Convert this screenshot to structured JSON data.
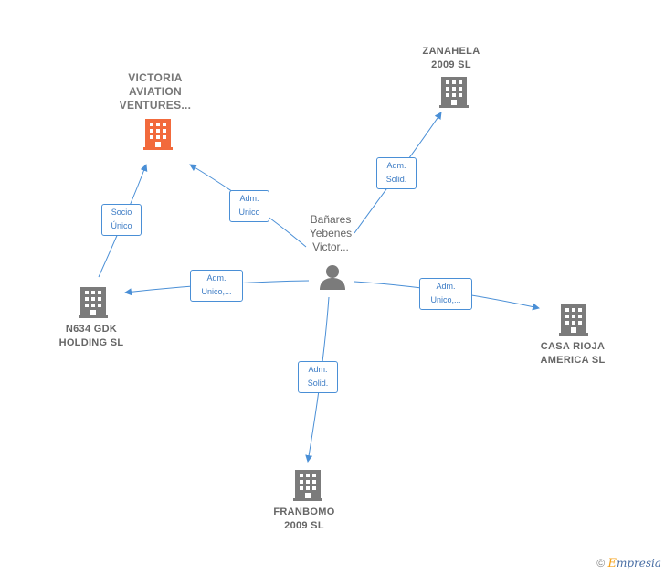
{
  "center": {
    "label": "Bañares\nYebenes\nVictor..."
  },
  "companies": [
    {
      "id": "victoria",
      "label": "VICTORIA\nAVIATION\nVENTURES...",
      "highlight": true,
      "color": "#f26a3c"
    },
    {
      "id": "zanahela",
      "label": "ZANAHELA\n2009 SL",
      "highlight": false,
      "color": "#7b7b7b"
    },
    {
      "id": "n634",
      "label": "N634 GDK\nHOLDING  SL",
      "highlight": false,
      "color": "#7b7b7b"
    },
    {
      "id": "casa",
      "label": "CASA RIOJA\nAMERICA  SL",
      "highlight": false,
      "color": "#7b7b7b"
    },
    {
      "id": "franbomo",
      "label": "FRANBOMO\n2009 SL",
      "highlight": false,
      "color": "#7b7b7b"
    }
  ],
  "edges": [
    {
      "id": "e-victoria",
      "label": "Adm.\nUnico"
    },
    {
      "id": "e-zanahela",
      "label": "Adm.\nSolid."
    },
    {
      "id": "e-n634",
      "label": "Adm.\nUnico,..."
    },
    {
      "id": "e-casa",
      "label": "Adm.\nUnico,..."
    },
    {
      "id": "e-franbomo",
      "label": "Adm.\nSolid."
    },
    {
      "id": "e-socio",
      "label": "Socio\nÚnico"
    }
  ],
  "colors": {
    "edge": "#4a8fd6",
    "person_icon": "#7b7b7b"
  },
  "watermark": {
    "symbol": "©",
    "brand_initial": "E",
    "brand_rest": "mpresia"
  }
}
